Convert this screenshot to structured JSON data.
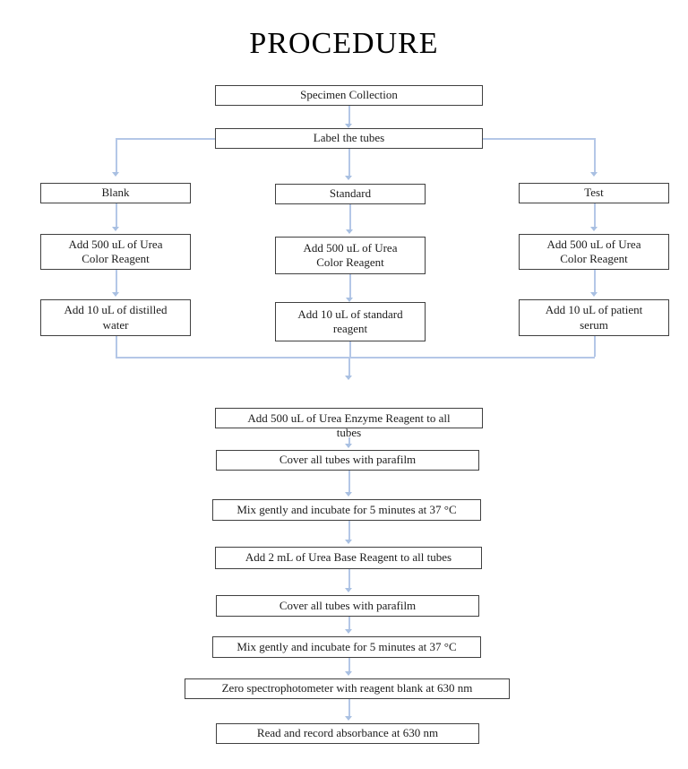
{
  "title": "PROCEDURE",
  "colors": {
    "connector_blue": "#b4c7e7",
    "box_border": "#404040",
    "text": "#1c1c1c",
    "background": "#ffffff"
  },
  "flowchart": {
    "start": [
      "Specimen Collection",
      "Label the tubes"
    ],
    "branches": [
      {
        "name": "Blank",
        "steps": [
          "Add 500 uL of Urea Color Reagent",
          "Add 10 uL of distilled water"
        ]
      },
      {
        "name": "Standard",
        "steps": [
          "Add 500 uL of Urea Color Reagent",
          "Add 10 uL of standard reagent"
        ]
      },
      {
        "name": "Test",
        "steps": [
          "Add 500 uL of Urea Color Reagent",
          "Add 10 uL of patient serum"
        ]
      }
    ],
    "merged_steps": [
      "Add 500 uL of Urea Enzyme Reagent to all tubes",
      "Cover all tubes with parafilm",
      "Mix gently and incubate for 5 minutes at 37 °C",
      "Add 2 mL of Urea Base Reagent to all tubes",
      "Cover all tubes with parafilm",
      "Mix gently and incubate for 5 minutes at 37 °C",
      "Zero spectrophotometer with reagent blank at 630 nm",
      "Read and record absorbance at 630 nm"
    ]
  }
}
